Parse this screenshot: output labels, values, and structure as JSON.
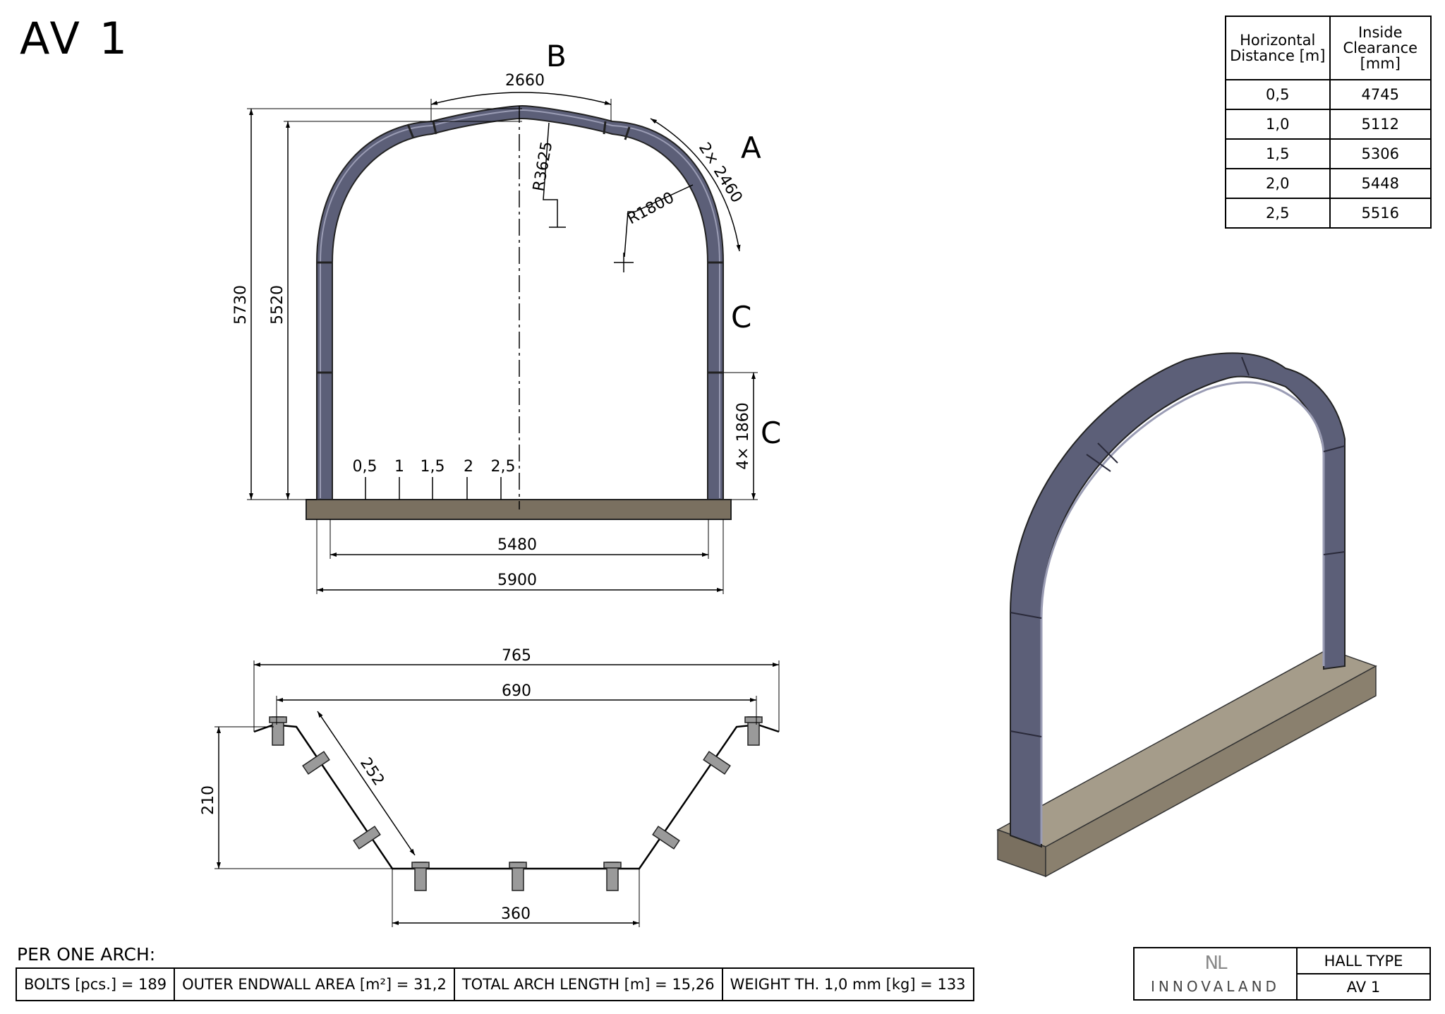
{
  "title": "AV 1",
  "front_view": {
    "labels": {
      "b": "B",
      "a": "A",
      "c_upper": "C",
      "c_lower": "C"
    },
    "dims": {
      "top_arc": "2660",
      "side_arc": "2× 2460",
      "r_big": "R3625",
      "r_small": "R1800",
      "height_outer": "5730",
      "height_inner": "5520",
      "leg_segments": "4× 1860",
      "inner_width": "5480",
      "outer_width": "5900"
    },
    "ticks": [
      "0,5",
      "1",
      "1,5",
      "2",
      "2,5"
    ]
  },
  "profile": {
    "dims": {
      "outer_width": "765",
      "inner_width": "690",
      "flank": "252",
      "height": "210",
      "bottom": "360"
    }
  },
  "clearance_table": {
    "headers": [
      "Horizontal Distance [m]",
      "Inside Clearance [mm]"
    ],
    "rows": [
      [
        "0,5",
        "4745"
      ],
      [
        "1,0",
        "5112"
      ],
      [
        "1,5",
        "5306"
      ],
      [
        "2,0",
        "5448"
      ],
      [
        "2,5",
        "5516"
      ]
    ]
  },
  "per_arch": {
    "label": "PER ONE ARCH:",
    "cells": [
      "BOLTS [pcs.] = 189",
      "OUTER ENDWALL AREA [m²] = 31,2",
      "TOTAL ARCH LENGTH [m] = 15,26",
      "WEIGHT TH. 1,0 mm [kg] = 133"
    ]
  },
  "titleblock": {
    "logo": "NL",
    "company": "INNOVALAND",
    "hall_type_label": "HALL TYPE",
    "hall_type_value": "AV 1"
  },
  "colors": {
    "arch": "#5c5f78",
    "arch_light": "#8c8ea8",
    "base": "#7a7060",
    "base_top": "#a59c8a"
  }
}
